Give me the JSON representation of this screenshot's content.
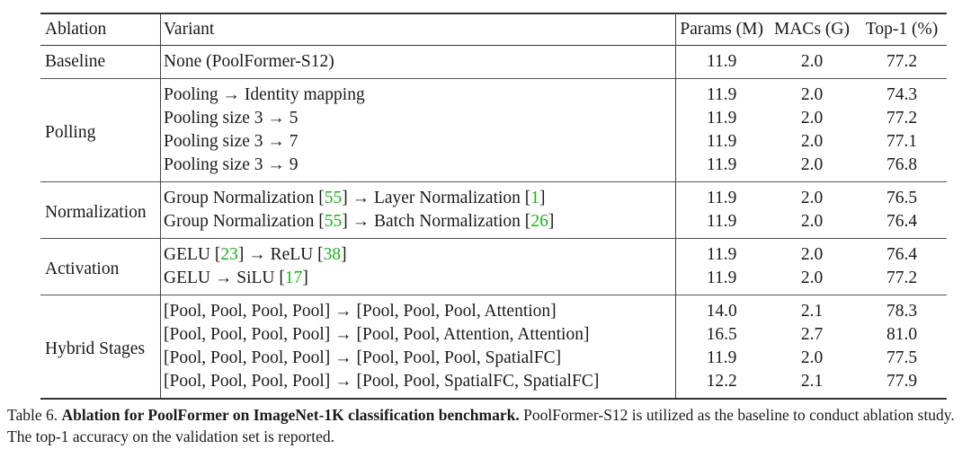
{
  "header": {
    "ablation": "Ablation",
    "variant": "Variant",
    "params": "Params (M)",
    "macs": "MACs (G)",
    "top1": "Top-1 (%)"
  },
  "groups": [
    {
      "ablation": "Baseline",
      "rows": [
        {
          "variant": [
            {
              "t": "None (PoolFormer-S12)"
            }
          ],
          "params": "11.9",
          "macs": "2.0",
          "top1": "77.2"
        }
      ]
    },
    {
      "ablation": "Polling",
      "rows": [
        {
          "variant": [
            {
              "t": "Pooling → Identity mapping"
            }
          ],
          "params": "11.9",
          "macs": "2.0",
          "top1": "74.3"
        },
        {
          "variant": [
            {
              "t": "Pooling size 3 → 5"
            }
          ],
          "params": "11.9",
          "macs": "2.0",
          "top1": "77.2"
        },
        {
          "variant": [
            {
              "t": "Pooling size 3 → 7"
            }
          ],
          "params": "11.9",
          "macs": "2.0",
          "top1": "77.1"
        },
        {
          "variant": [
            {
              "t": "Pooling size 3 → 9"
            }
          ],
          "params": "11.9",
          "macs": "2.0",
          "top1": "76.8"
        }
      ]
    },
    {
      "ablation": "Normalization",
      "rows": [
        {
          "variant": [
            {
              "t": "Group Normalization ["
            },
            {
              "c": "55"
            },
            {
              "t": "] → Layer Normalization ["
            },
            {
              "c": "1"
            },
            {
              "t": "]"
            }
          ],
          "params": "11.9",
          "macs": "2.0",
          "top1": "76.5"
        },
        {
          "variant": [
            {
              "t": "Group Normalization ["
            },
            {
              "c": "55"
            },
            {
              "t": "] → Batch Normalization ["
            },
            {
              "c": "26"
            },
            {
              "t": "]"
            }
          ],
          "params": "11.9",
          "macs": "2.0",
          "top1": "76.4"
        }
      ]
    },
    {
      "ablation": "Activation",
      "rows": [
        {
          "variant": [
            {
              "t": "GELU ["
            },
            {
              "c": "23"
            },
            {
              "t": "] → ReLU ["
            },
            {
              "c": "38"
            },
            {
              "t": "]"
            }
          ],
          "params": "11.9",
          "macs": "2.0",
          "top1": "76.4"
        },
        {
          "variant": [
            {
              "t": "GELU → SiLU ["
            },
            {
              "c": "17"
            },
            {
              "t": "]"
            }
          ],
          "params": "11.9",
          "macs": "2.0",
          "top1": "77.2"
        }
      ]
    },
    {
      "ablation": "Hybrid Stages",
      "rows": [
        {
          "variant": [
            {
              "t": "[Pool, Pool, Pool, Pool] → [Pool, Pool, Pool, Attention]"
            }
          ],
          "params": "14.0",
          "macs": "2.1",
          "top1": "78.3"
        },
        {
          "variant": [
            {
              "t": "[Pool, Pool, Pool, Pool] → [Pool, Pool, Attention, Attention]"
            }
          ],
          "params": "16.5",
          "macs": "2.7",
          "top1": "81.0"
        },
        {
          "variant": [
            {
              "t": "[Pool, Pool, Pool, Pool] → [Pool, Pool, Pool, SpatialFC]"
            }
          ],
          "params": "11.9",
          "macs": "2.0",
          "top1": "77.5"
        },
        {
          "variant": [
            {
              "t": "[Pool, Pool, Pool, Pool] → [Pool, Pool, SpatialFC, SpatialFC]"
            }
          ],
          "params": "12.2",
          "macs": "2.1",
          "top1": "77.9"
        }
      ]
    }
  ],
  "caption": {
    "label": "Table 6.",
    "bold": "Ablation for PoolFormer on ImageNet-1K classification benchmark.",
    "text": "PoolFormer-S12 is utilized as the baseline to conduct ablation study. The top-1 accuracy on the validation set is reported."
  },
  "colors": {
    "citation": "#1db31d",
    "rule": "#333333"
  }
}
